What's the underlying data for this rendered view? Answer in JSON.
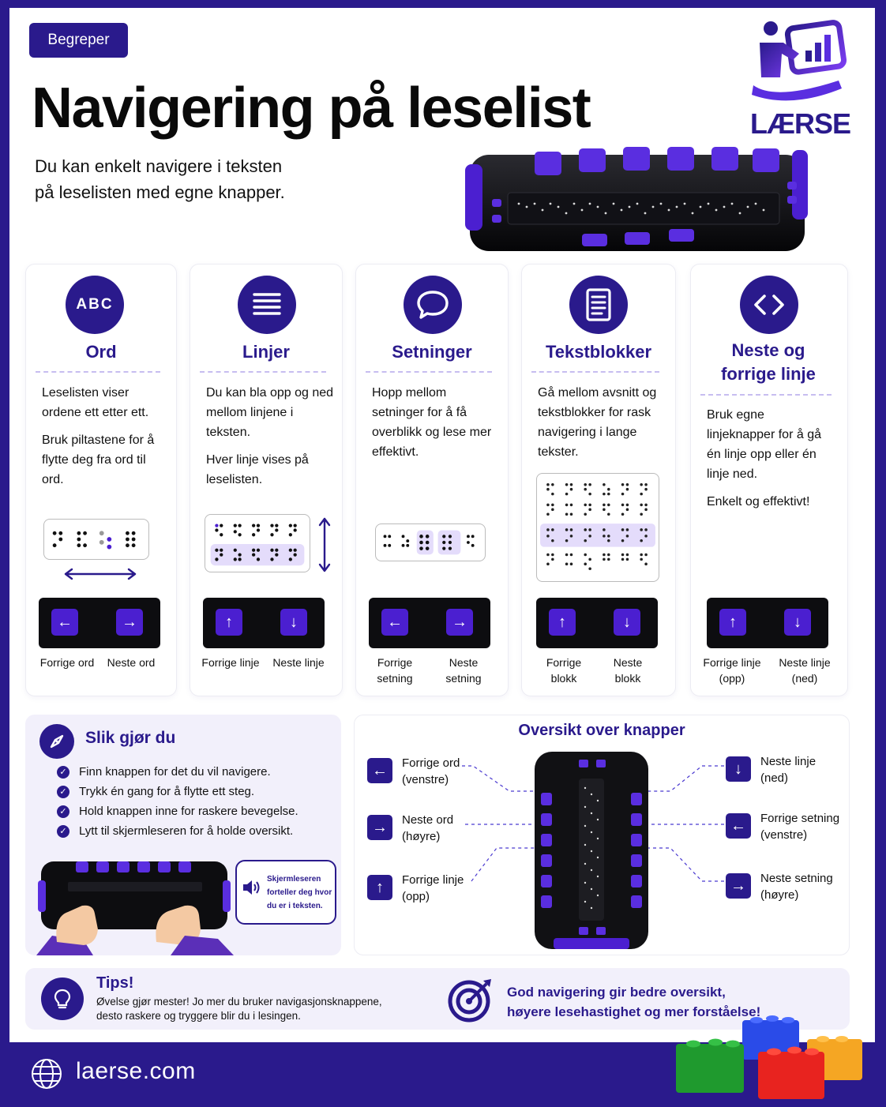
{
  "badge": "Begreper",
  "title": "Navigering på leselist",
  "intro": {
    "line1": "Du kan enkelt navigere i teksten",
    "line2": "på leselisten med egne knapper."
  },
  "logo": {
    "word": "LÆRSE"
  },
  "cards": [
    {
      "icon": "abc-icon",
      "icon_text": "ABC",
      "title": "Ord",
      "paragraphs": [
        "Leselisten viser ordene ett etter ett.",
        "Bruk piltastene for å flytte deg fra ord til ord."
      ],
      "keys": [
        "←",
        "→"
      ],
      "labels": [
        "Forrige ord",
        "Neste ord"
      ]
    },
    {
      "icon": "lines-icon",
      "title": "Linjer",
      "paragraphs": [
        "Du kan bla opp og ned mellom linjene i teksten.",
        "Hver linje vises på leselisten."
      ],
      "keys": [
        "↑",
        "↓"
      ],
      "labels": [
        "Forrige linje",
        "Neste linje"
      ]
    },
    {
      "icon": "speech-bubble-icon",
      "title": "Setninger",
      "paragraphs": [
        "Hopp mellom setninger for å få overblikk og lese mer effektivt."
      ],
      "keys": [
        "←",
        "→"
      ],
      "labels": [
        "Forrige setning",
        "Neste setning"
      ]
    },
    {
      "icon": "document-icon",
      "title": "Tekstblokker",
      "paragraphs": [
        "Gå mellom avsnitt og tekstblokker for rask navigering i lange tekster."
      ],
      "keys": [
        "↑",
        "↓"
      ],
      "labels": [
        "Forrige blokk",
        "Neste blokk"
      ]
    },
    {
      "icon": "code-brackets-icon",
      "title": "Neste og forrige linje",
      "paragraphs": [
        "Bruk egne linjeknapper for å gå én linje opp eller én linje ned.",
        "Enkelt og effektivt!"
      ],
      "keys": [
        "↑",
        "↓"
      ],
      "labels": [
        "Forrige linje (opp)",
        "Neste linje (ned)"
      ]
    }
  ],
  "howto": {
    "title": "Slik gjør du",
    "steps": [
      "Finn knappen for det du vil navigere.",
      "Trykk én gang for å flytte ett steg.",
      "Hold knappen inne for raskere bevegelse.",
      "Lytt til skjermleseren for å holde oversikt."
    ],
    "bubble": "Skjermleseren forteller deg hvor du er i teksten."
  },
  "overview": {
    "title": "Oversikt over knapper",
    "left": [
      {
        "key": "←",
        "label1": "Forrige ord",
        "label2": "(venstre)"
      },
      {
        "key": "→",
        "label1": "Neste ord",
        "label2": "(høyre)"
      },
      {
        "key": "↑",
        "label1": "Forrige linje",
        "label2": "(opp)"
      }
    ],
    "right": [
      {
        "key": "↓",
        "label1": "Neste linje",
        "label2": "(ned)"
      },
      {
        "key": "←",
        "label1": "Forrige setning",
        "label2": "(venstre)"
      },
      {
        "key": "→",
        "label1": "Neste setning",
        "label2": "(høyre)"
      }
    ]
  },
  "tips": {
    "title": "Tips!",
    "line1": "Øvelse gjør mester! Jo mer du bruker navigasjonsknappene,",
    "line2": "desto raskere og tryggere blir du i lesingen.",
    "goal1": "God navigering gir bedre oversikt,",
    "goal2": "høyere lesehastighet og mer forståelse!"
  },
  "footer": {
    "site": "laerse.com"
  },
  "colors": {
    "brand": "#2a1a8c",
    "accent": "#4b1fd0",
    "highlight": "#e4dcfb"
  }
}
